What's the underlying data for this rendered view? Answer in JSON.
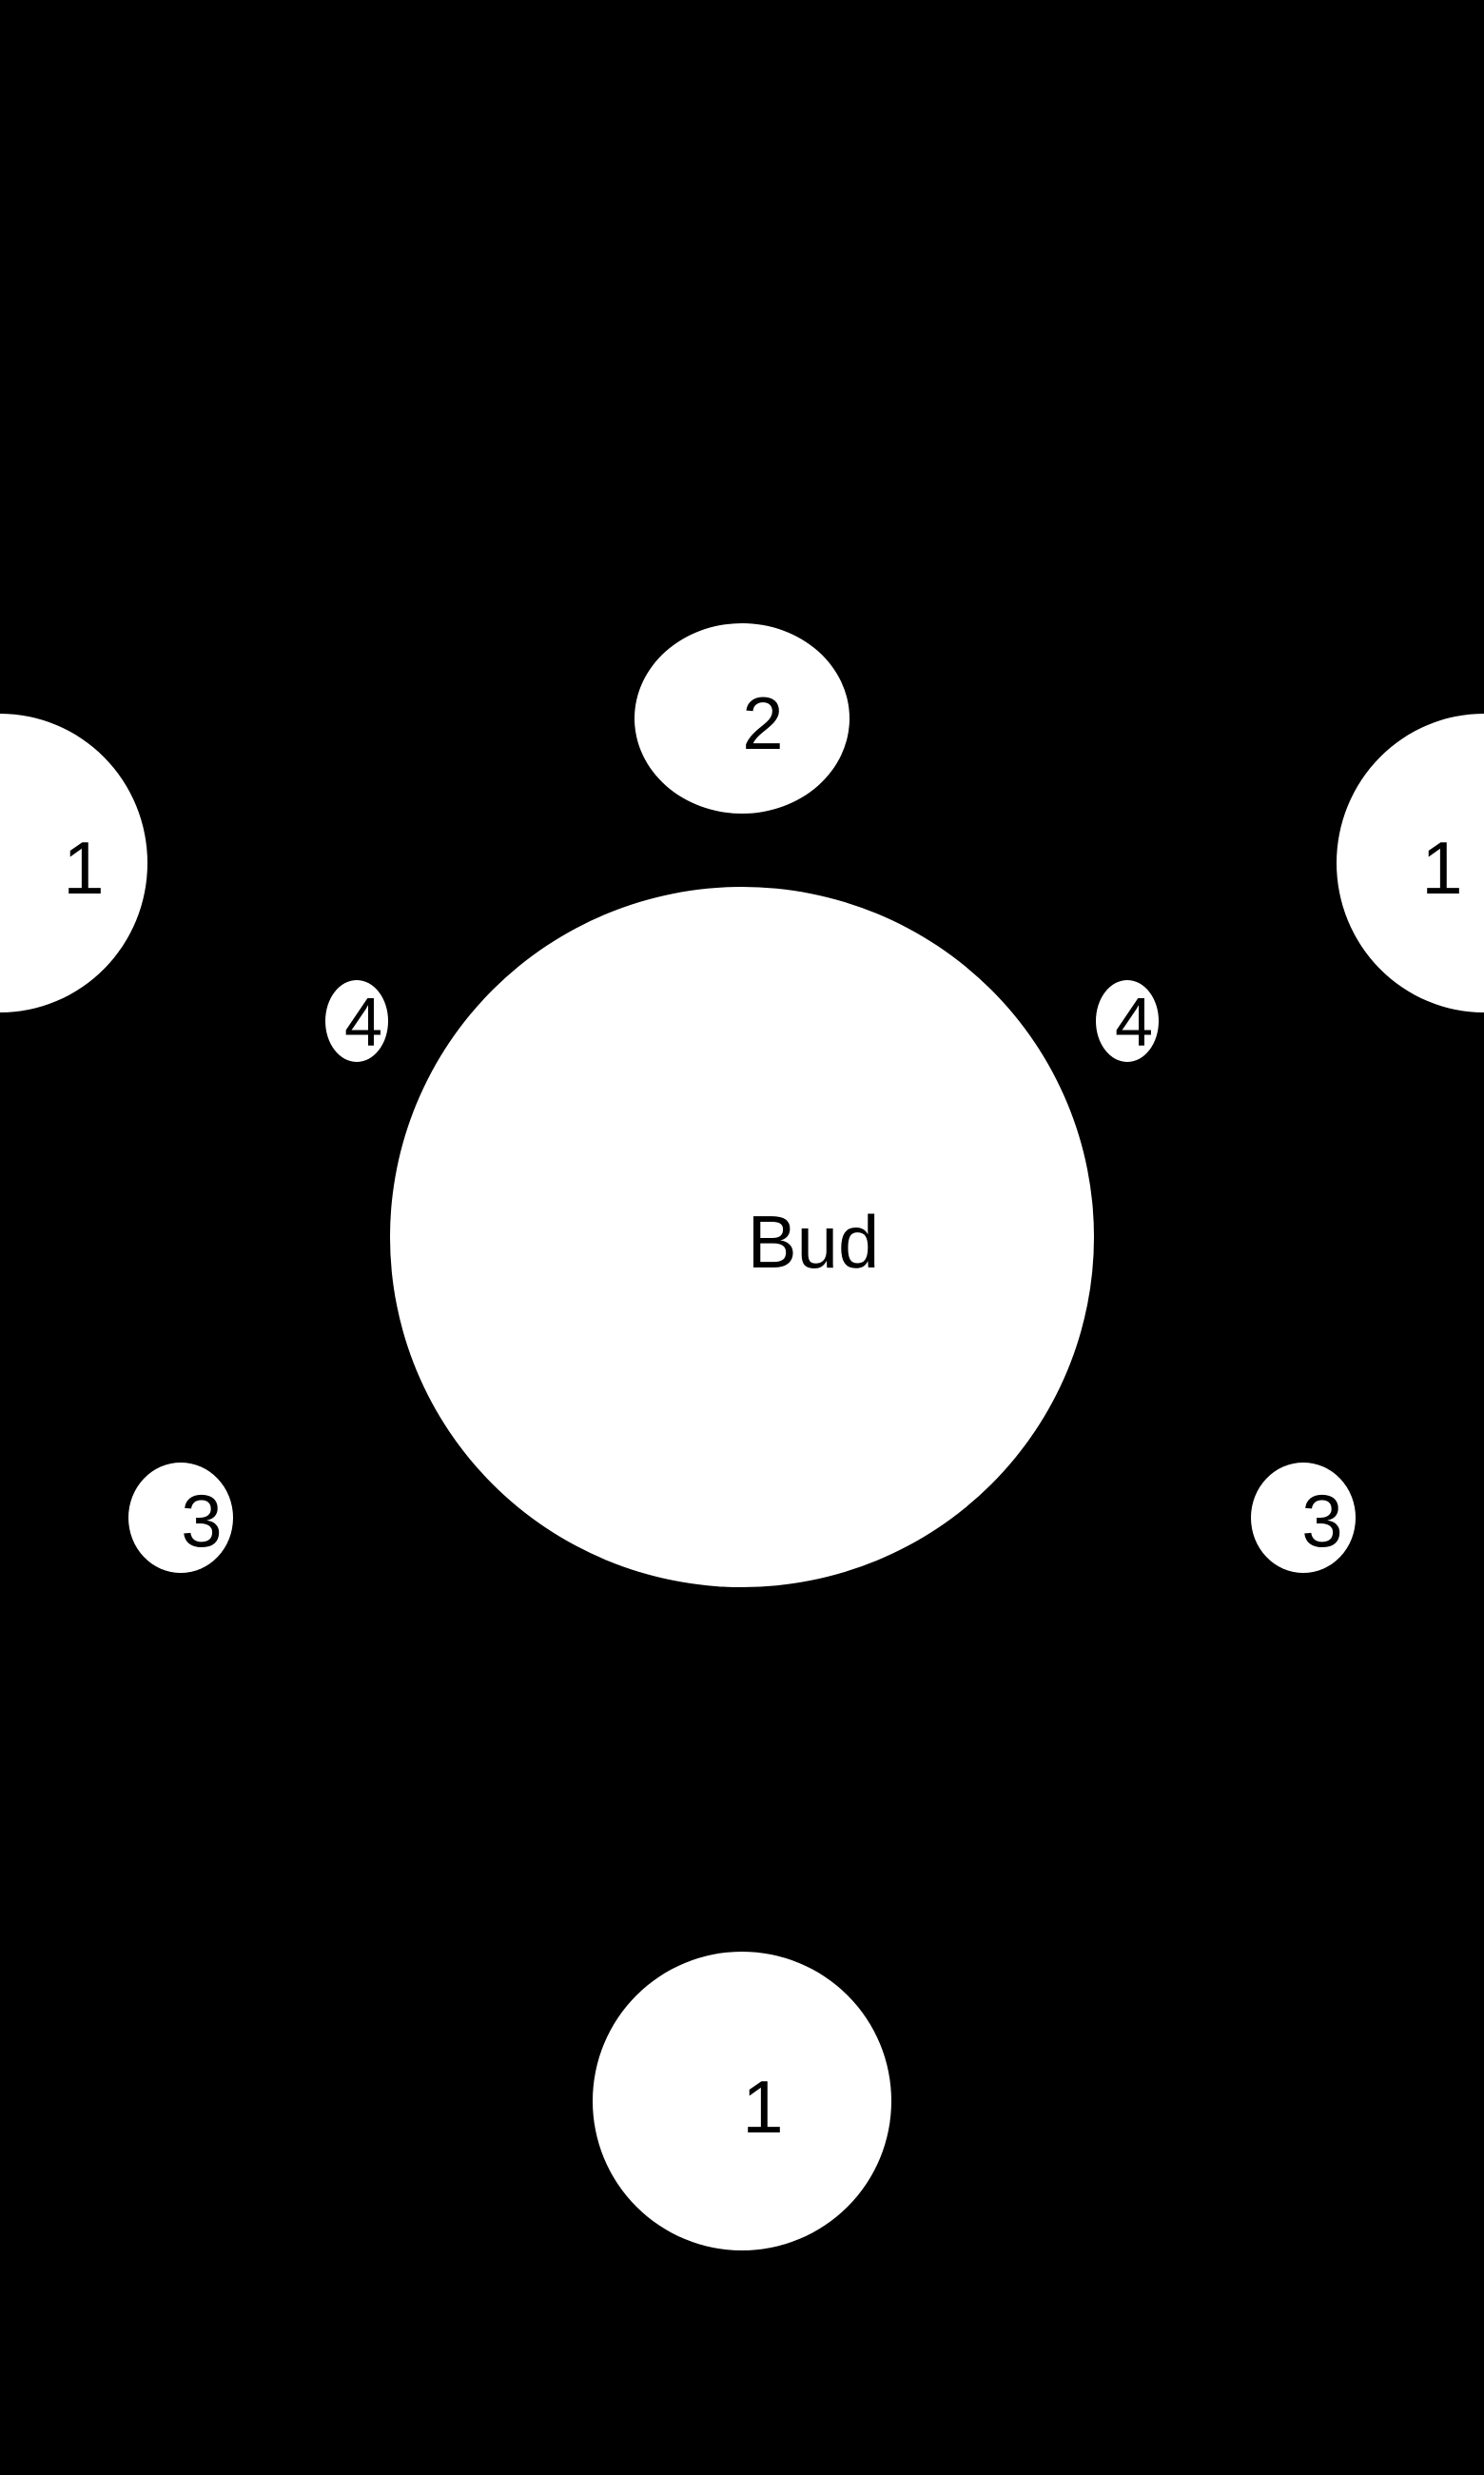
{
  "colors": {
    "background": "#000000",
    "node_fill": "#ffffff",
    "label_color": "#000000"
  },
  "center": {
    "label": "Bud"
  },
  "nodes": [
    {
      "id": "top",
      "label": "2"
    },
    {
      "id": "left-upper",
      "label": "1"
    },
    {
      "id": "right-upper",
      "label": "1"
    },
    {
      "id": "left-small",
      "label": "4"
    },
    {
      "id": "right-small",
      "label": "4"
    },
    {
      "id": "left-lower",
      "label": "3"
    },
    {
      "id": "right-lower",
      "label": "3"
    },
    {
      "id": "bottom",
      "label": "1"
    }
  ]
}
